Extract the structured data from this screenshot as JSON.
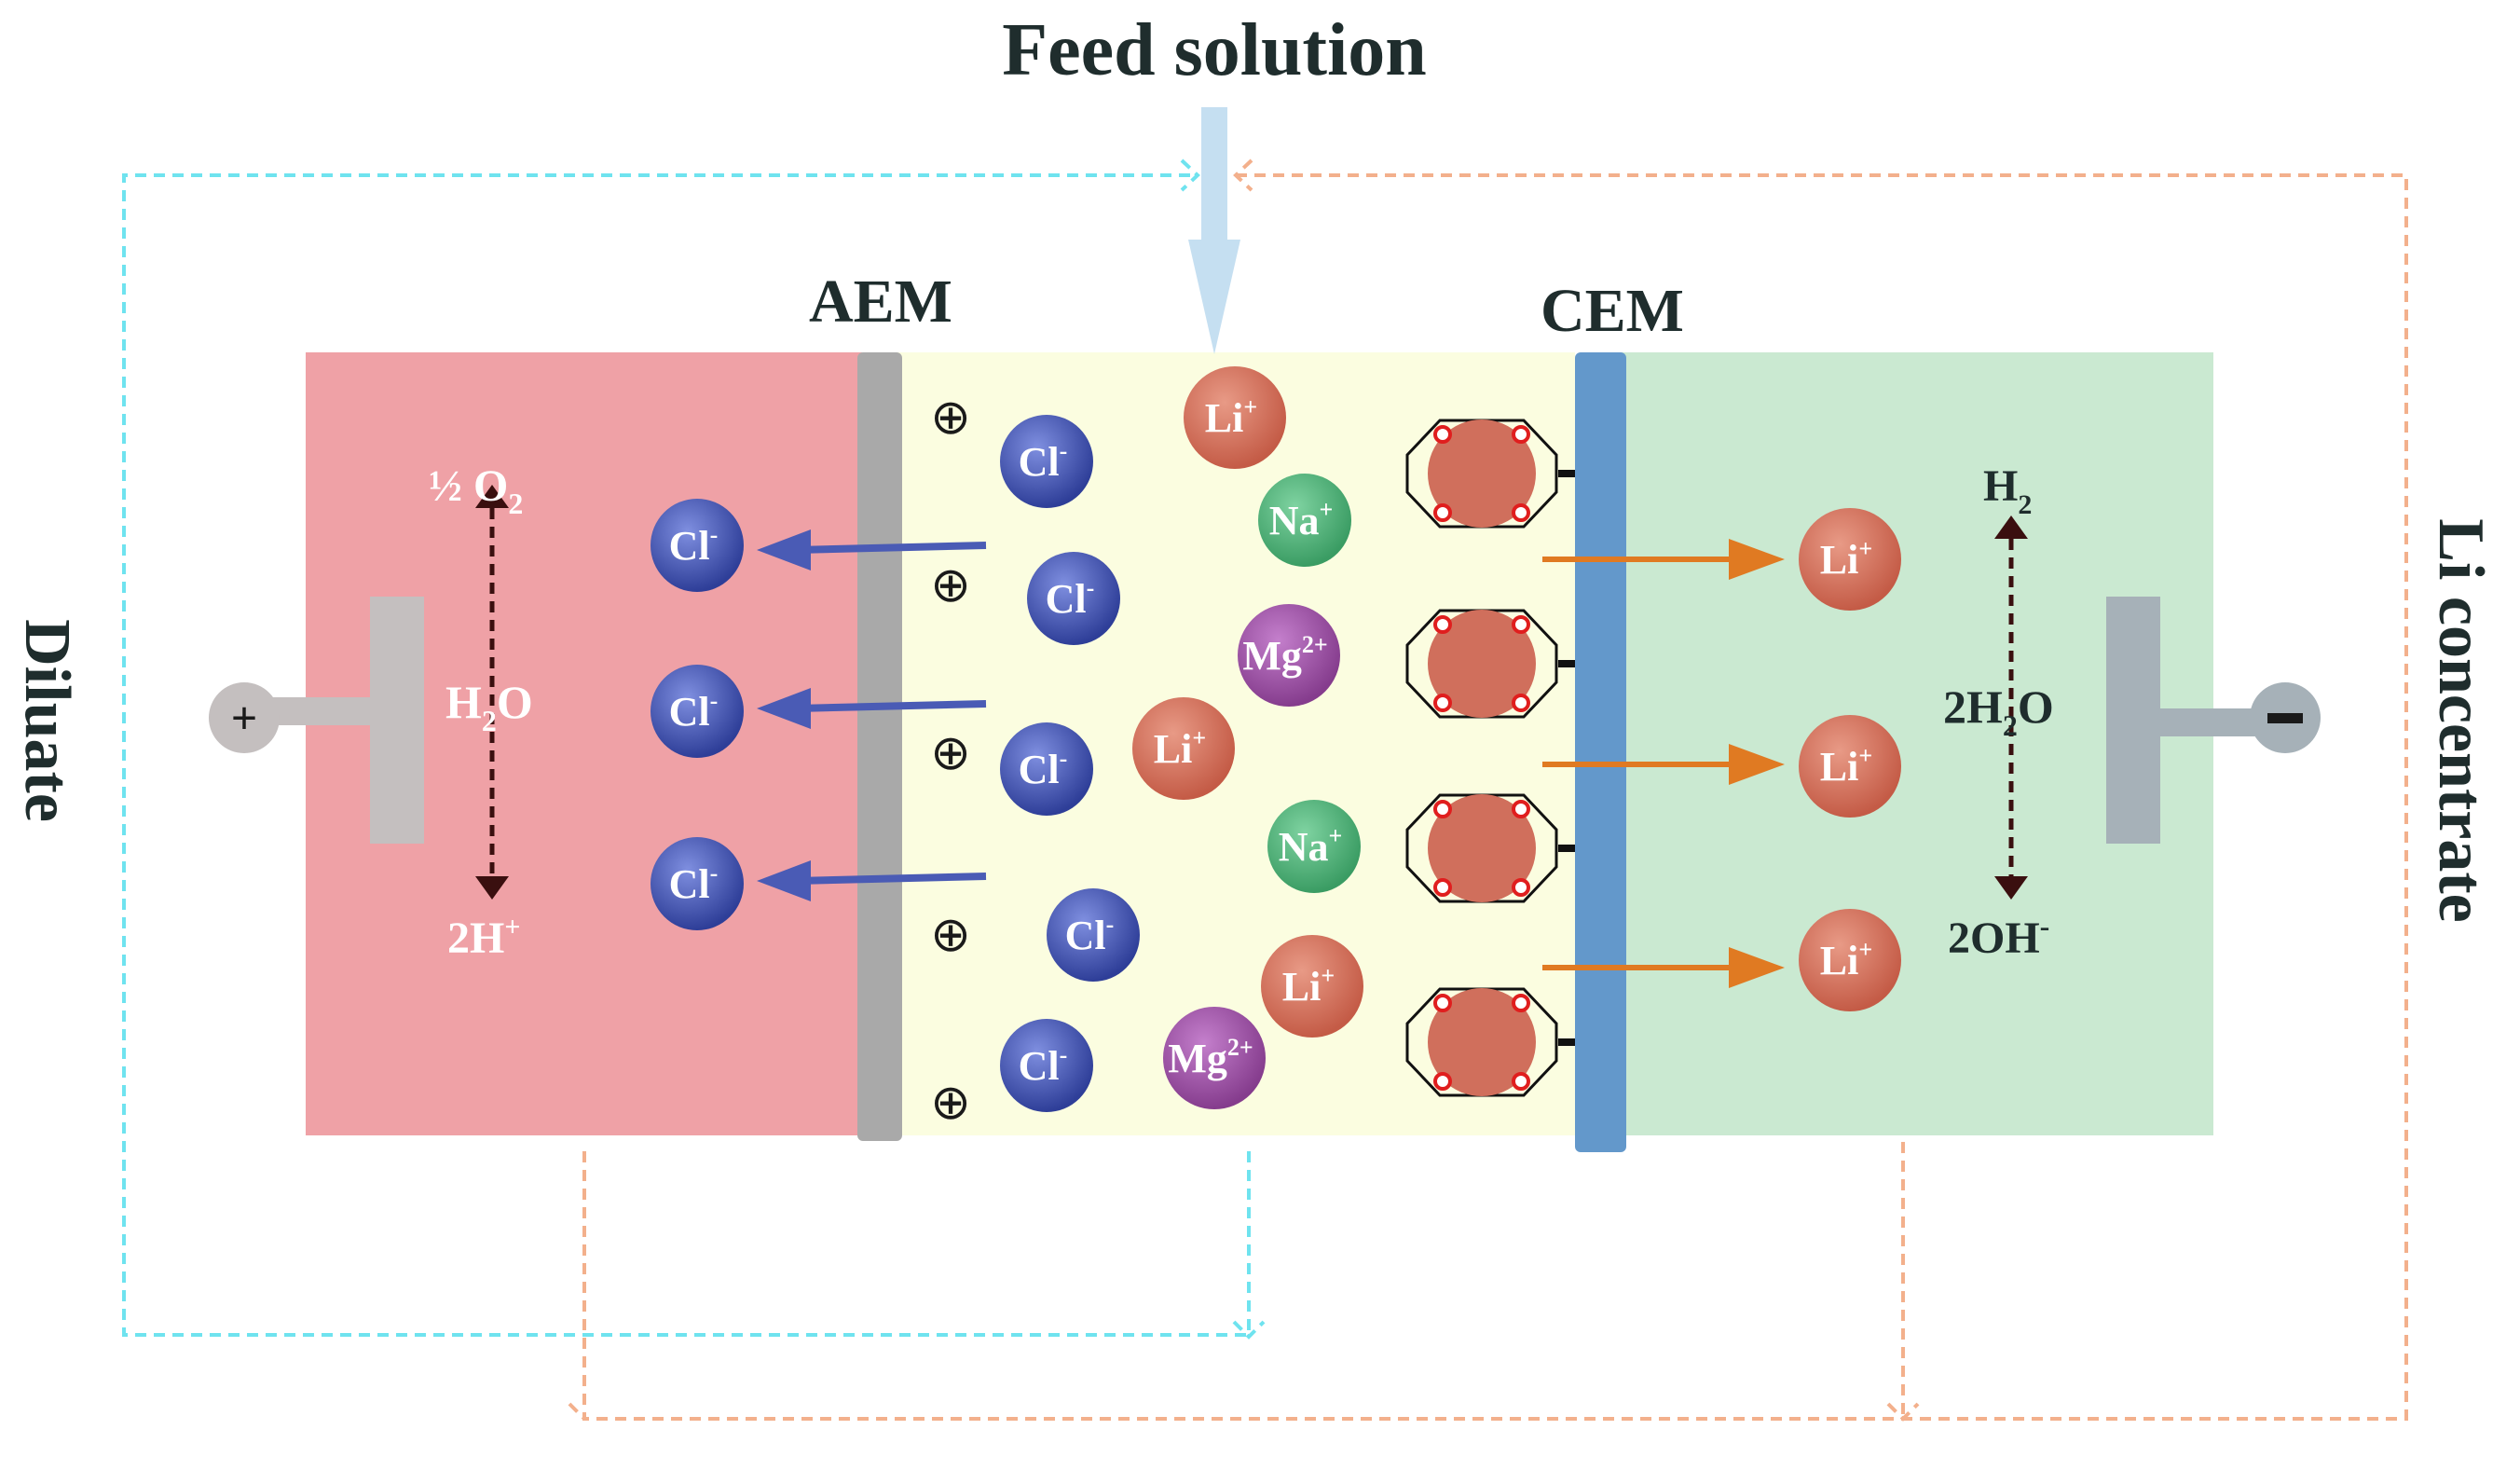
{
  "labels": {
    "feed": "Feed solution",
    "aem": "AEM",
    "cem": "CEM",
    "diluate": "Diluate",
    "concentrate": "Li concentrate",
    "anode_top": "½ O",
    "anode_top_sub": "2",
    "anode_mid": "H",
    "anode_mid_sub": "2",
    "anode_mid_end": "O",
    "anode_bottom": "2H",
    "anode_bottom_sup": "+",
    "cathode_top": "H",
    "cathode_top_sub": "2",
    "cathode_mid": "2H",
    "cathode_mid_sub": "2",
    "cathode_mid_end": "O",
    "cathode_bottom": "2OH",
    "cathode_bottom_sup": "-",
    "anode_sign": "+",
    "cathode_sign": "-",
    "plus_symbol": "⊕"
  },
  "ions": {
    "cl": "Cl",
    "cl_sup": "-",
    "li": "Li",
    "li_sup": "+",
    "na": "Na",
    "na_sup": "+",
    "mg": "Mg",
    "mg_sup": "2+"
  },
  "colors": {
    "anode_chamber": "#efa1a6",
    "feed_chamber": "#fbfde0",
    "cathode_chamber": "#cae9d1",
    "aem": "#a9a9a9",
    "cem": "#6398cb",
    "cl_ion": "#3f51b0",
    "li_ion": "#d06f5c",
    "na_ion": "#4daf78",
    "mg_ion": "#9c4fa3",
    "cl_arrow": "#4a5bb5",
    "li_arrow": "#e07a22",
    "cyan_loop": "#6fe3ef",
    "orange_loop": "#f3b08c",
    "feed_arrow": "#c5dff1",
    "electrode": "#c4bfbf",
    "cathode_electrode": "#a6b1b8",
    "text_dark": "#1f2d2d"
  }
}
